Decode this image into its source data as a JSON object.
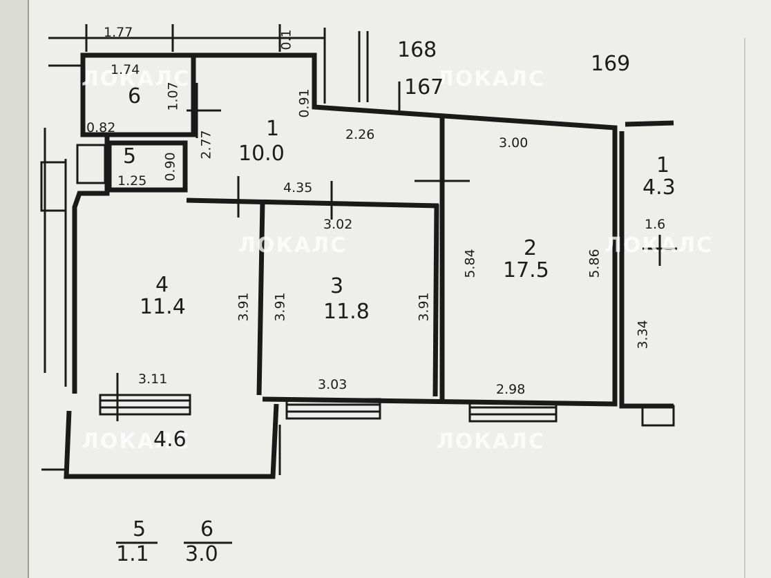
{
  "top_dims": {
    "d1": "1.77",
    "d2": "1.74",
    "d3": "0.82",
    "d4": "2.26",
    "d5": "3.00",
    "d6": "4.35",
    "d7": "3.02",
    "d8": "3.11",
    "d9": "3.03",
    "d10": "2.98"
  },
  "vert_dims": {
    "v1": "1.07",
    "v2": "0.91",
    "v3": "2.77",
    "v4": "0.90",
    "v5": "3.91",
    "v6": "3.91",
    "v7": "3.91",
    "v8": "5.84",
    "v9": "5.86",
    "v10": "3.34",
    "v11": "1.6",
    "v12": "0.1"
  },
  "apt_numbers": {
    "a168": "168",
    "a167": "167",
    "a169": "169"
  },
  "rooms": [
    {
      "number": "6",
      "area": ""
    },
    {
      "number": "5",
      "area": "1.25"
    },
    {
      "number": "1",
      "area": "10.0"
    },
    {
      "number": "2",
      "area": "17.5"
    },
    {
      "number": "3",
      "area": "11.8"
    },
    {
      "number": "4",
      "area": "11.4"
    },
    {
      "number": "1",
      "area": "4.3"
    }
  ],
  "balcony": {
    "area": "4.6"
  },
  "summary": [
    {
      "number": "5",
      "area": "1.1"
    },
    {
      "number": "6",
      "area": "3.0"
    }
  ],
  "watermark": "ЛОКАЛС"
}
